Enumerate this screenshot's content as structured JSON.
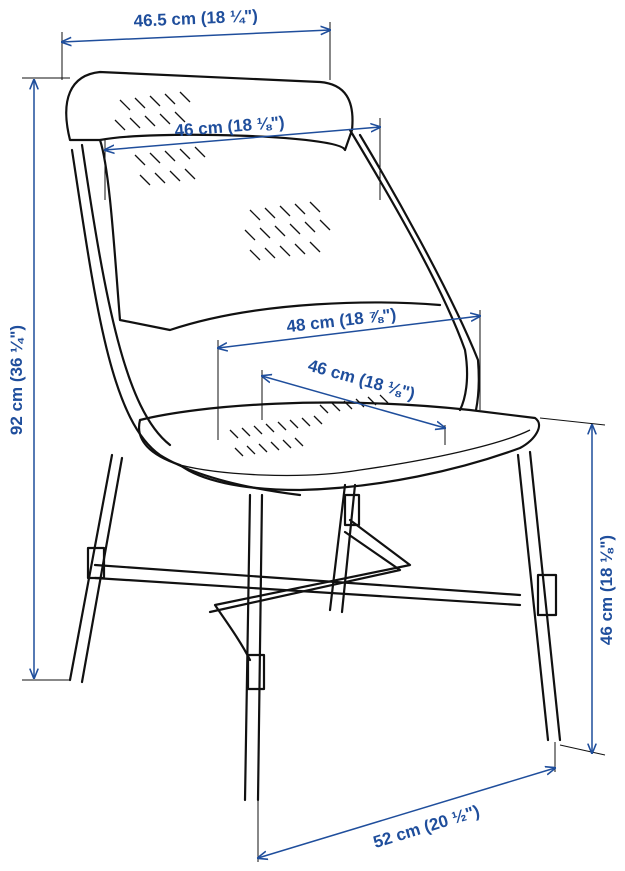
{
  "diagram": {
    "accent_color": "#1f4e9c",
    "dimensions": {
      "top_width": "46.5 cm (18 ¼\")",
      "back_width": "46 cm (18 ⅛\")",
      "seat_width": "48 cm (18 ⅞\")",
      "seat_depth": "46 cm (18 ⅛\")",
      "total_height": "92 cm (36 ¼\")",
      "seat_height": "46 cm (18 ⅛\")",
      "depth": "52 cm (20 ½\")"
    }
  }
}
